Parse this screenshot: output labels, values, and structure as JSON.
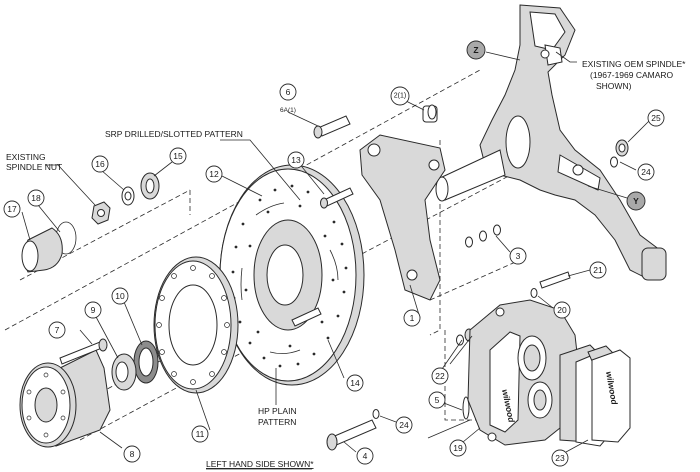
{
  "labels": {
    "existing_spindle_nut_1": "EXISTING",
    "existing_spindle_nut_2": "SPINDLE NUT",
    "srp_pattern": "SRP DRILLED/SLOTTED PATTERN",
    "oem_spindle_1": "EXISTING OEM SPINDLE*",
    "oem_spindle_2": "(1967-1969 CAMARO",
    "oem_spindle_3": "SHOWN)",
    "hp_pattern_1": "HP PLAIN",
    "hp_pattern_2": "PATTERN",
    "footer": "LEFT HAND SIDE SHOWN*",
    "sub_6": "6A(1)",
    "caliper_brand": "wilwood",
    "pad_brand": "wilwood"
  },
  "callouts": {
    "c1": "1",
    "c2": "2(1)",
    "c3": "3",
    "c4": "4",
    "c5": "5",
    "c6": "6",
    "c7": "7",
    "c8": "8",
    "c9": "9",
    "c10": "10",
    "c11": "11",
    "c12": "12",
    "c13": "13",
    "c14": "14",
    "c15": "15",
    "c16": "16",
    "c17": "17",
    "c18": "18",
    "c19": "19",
    "c20": "20",
    "c21": "21",
    "c22": "22",
    "c23": "23",
    "c24a": "24",
    "c24b": "24",
    "c25": "25",
    "cz": "Z",
    "cy": "Y"
  },
  "colors": {
    "line": "#2a2a2a",
    "shade": "#d9d9d9",
    "grey_bubble": "#a9a9a9"
  }
}
